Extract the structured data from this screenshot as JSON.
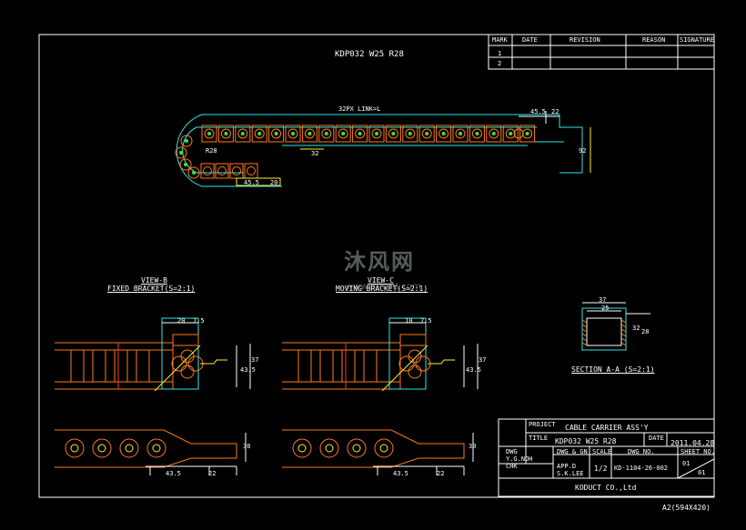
{
  "drawing_title": "KDP032 W25 R28",
  "link_label": "32PX LINK=L",
  "watermark": {
    "brand": "沐风网",
    "url": "www.mfcad.com"
  },
  "revision_headers": [
    "MARK",
    "DATE",
    "REVISION",
    "REASON",
    "SIGNATURE"
  ],
  "revision_rows": [
    "1",
    "2"
  ],
  "views": {
    "fixed_title": "VIEW-B",
    "fixed_sub": "FIXED BRACKET(S=2:1)",
    "moving_title": "VIEW-C",
    "moving_sub": "MOVING BRACKET(S=2:1)",
    "section": "SECTION A-A (S=2:1)"
  },
  "dims": {
    "d45a": "45.5",
    "d22a": "22",
    "d32": "32",
    "d92": "92",
    "r28": "R28",
    "d45b": "45.5",
    "d20": "20",
    "sec_top": "37",
    "sec_in": "25",
    "sec_r1": "32",
    "sec_r2": "28",
    "b_w1": "20",
    "b_w2": "7.5",
    "b_h1": "43.5",
    "b_h2": "37",
    "b_d1": "43.5",
    "b_d2": "22",
    "b_side": "30",
    "c_w1": "10",
    "c_w2": "7.5"
  },
  "title_block": {
    "project_label": "PROJECT",
    "project_value": "CABLE CARRIER ASS'Y",
    "title_label": "TITLE",
    "title_value": "KDP032 W25 R28",
    "date_label": "DATE",
    "date_value": "2011.04.28",
    "dwg_label": "DWG & GN",
    "scale_label": "SCALE",
    "dwgno_label": "DWG NO.",
    "sheet_label": "SHEET NO.",
    "drawn_label": "DWG",
    "drawn_name": "Y.G.NOH",
    "chk_label": "CHK",
    "appd_label": "APP.D",
    "appd_name": "S.K.LEE",
    "scale_value": "1/2",
    "dwgno_value": "KD-1104-26-002",
    "sheet_value": "01",
    "sheet_total": "01",
    "company": "KODUCT CO.,Ltd"
  },
  "paper_size": "A2(594X420)"
}
